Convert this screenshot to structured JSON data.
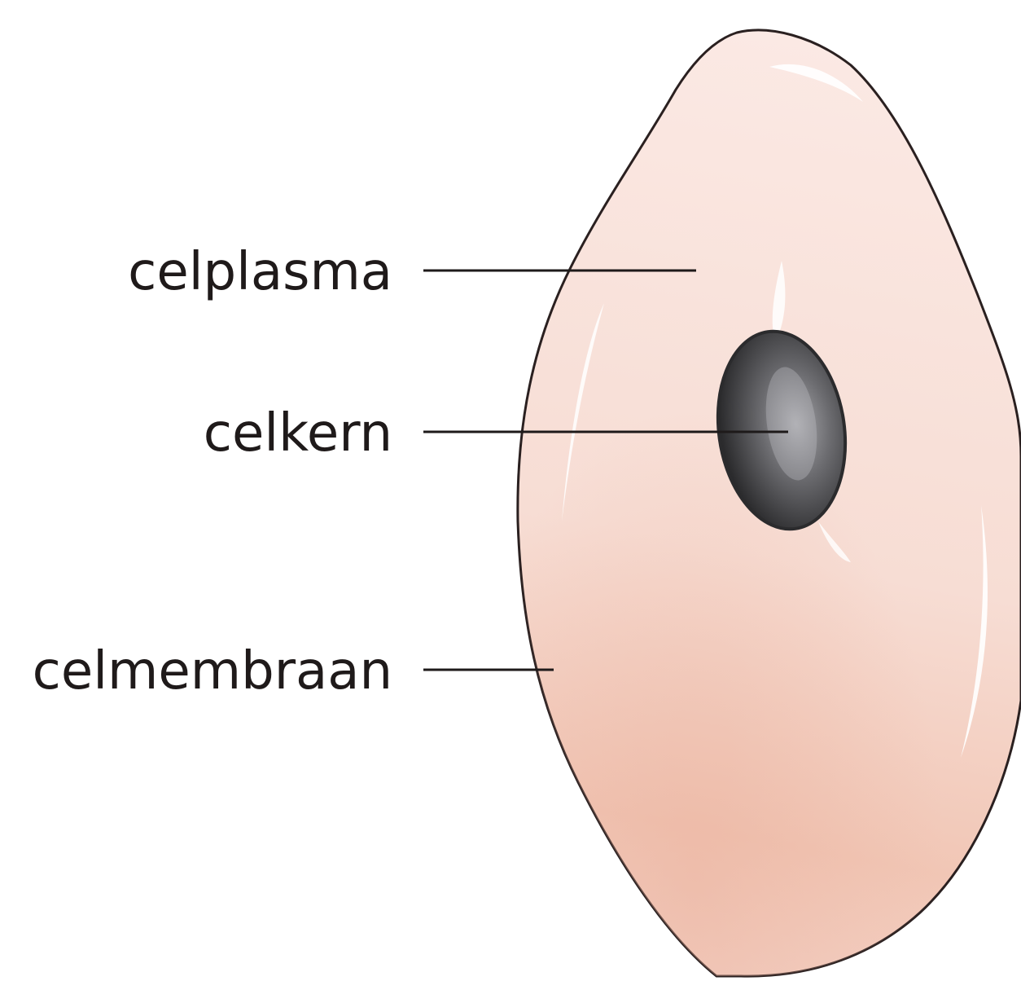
{
  "labels": {
    "cytoplasm": "celplasma",
    "nucleus": "celkern",
    "membrane": "celmembraan"
  },
  "colors": {
    "cell_fill_light": "#fbe9e4",
    "cell_fill_mid": "#f6d7cd",
    "cell_fill_dark": "#efbca8",
    "cell_outline": "#2a2020",
    "nucleus_dark": "#2b2b2d",
    "nucleus_mid": "#6c6c70",
    "nucleus_light": "#a9a9ad",
    "label_text": "#1f1a1a",
    "leader_line": "#1e1a1a"
  }
}
